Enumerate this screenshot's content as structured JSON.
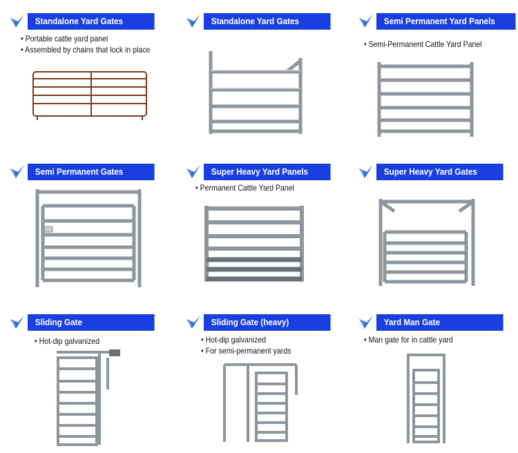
{
  "colors": {
    "banner": "#1a3fe0",
    "logo": "#2a6fd6",
    "steel": "#8e959c",
    "steel_light": "#c9ced3",
    "rust": "#7a3b1a"
  },
  "logo_icon": "checkmark-arrow-icon",
  "products": [
    {
      "title": "Standalone Yard Gates",
      "bullets": [
        "Portable cattle yard panel",
        "Assembled by chains that lock in place"
      ]
    },
    {
      "title": "Standalone Yard Gates",
      "bullets": []
    },
    {
      "title": "Semi Permanent Yard Panels",
      "bullets": [
        "Semi-Permanent Cattle Yard Panel"
      ]
    },
    {
      "title": "Semi Permanent Gates",
      "bullets": []
    },
    {
      "title": "Super Heavy Yard Panels",
      "bullets": [
        "Permanent   Cattle Yard Panel"
      ]
    },
    {
      "title": "Super Heavy Yard Gates",
      "bullets": []
    },
    {
      "title": "Sliding Gate",
      "bullets": [
        "Hot-dip galvanized"
      ]
    },
    {
      "title": "Sliding Gate (heavy)",
      "bullets": [
        "Hot-dip galvanized",
        "For semi-permanent yards"
      ]
    },
    {
      "title": "Yard Man Gate",
      "bullets": [
        "Man gate for in cattle yard"
      ]
    }
  ]
}
